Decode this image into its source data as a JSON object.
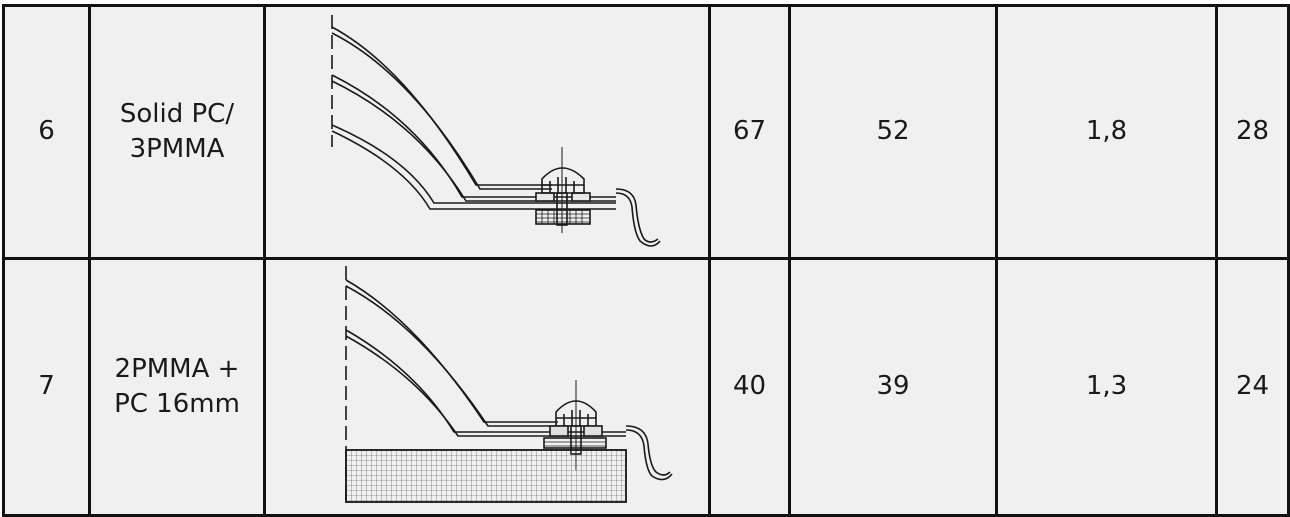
{
  "rows": [
    {
      "number": "6",
      "material_line1": "Solid PC/",
      "material_line2": "3PMMA",
      "drawing_icon": "dome-edge-section-solid",
      "value1": "67",
      "value2": "52",
      "value3": "1,8",
      "value4": "28"
    },
    {
      "number": "7",
      "material_line1": "2PMMA +",
      "material_line2": "PC 16mm",
      "drawing_icon": "dome-edge-section-multiwall",
      "value1": "40",
      "value2": "39",
      "value3": "1,3",
      "value4": "24"
    }
  ],
  "colors": {
    "border": "#111111",
    "cell_background": "#f0f0f0",
    "text": "#1a1a1a"
  }
}
